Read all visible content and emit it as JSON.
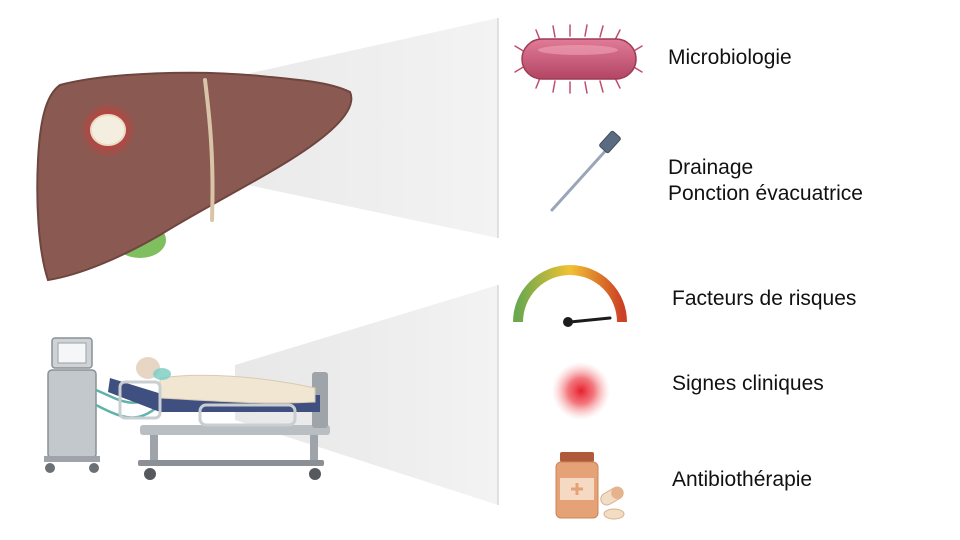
{
  "labels": {
    "microbiology": "Microbiologie",
    "drainage_line1": "Drainage",
    "drainage_line2": "Ponction évacuatrice",
    "risk_factors": "Facteurs de risques",
    "clinical_signs": "Signes cliniques",
    "antibiotherapy": "Antibiothérapie"
  },
  "icons": {
    "bacterium": "bacterium-icon",
    "needle": "needle-icon",
    "gauge": "gauge-icon",
    "clinical_sign": "red-spot-icon",
    "medication": "medication-icon",
    "liver": "liver-illustration",
    "patient": "patient-bed-illustration"
  },
  "colors": {
    "liver": "#8a5a52",
    "abscess_glow": "#d94040",
    "bacterium": "#c85a76",
    "gauge_low": "#6aa84f",
    "gauge_mid": "#f1c232",
    "gauge_high": "#cc4125",
    "red_spot": "#e53935",
    "pill_bottle": "#e0a070"
  }
}
